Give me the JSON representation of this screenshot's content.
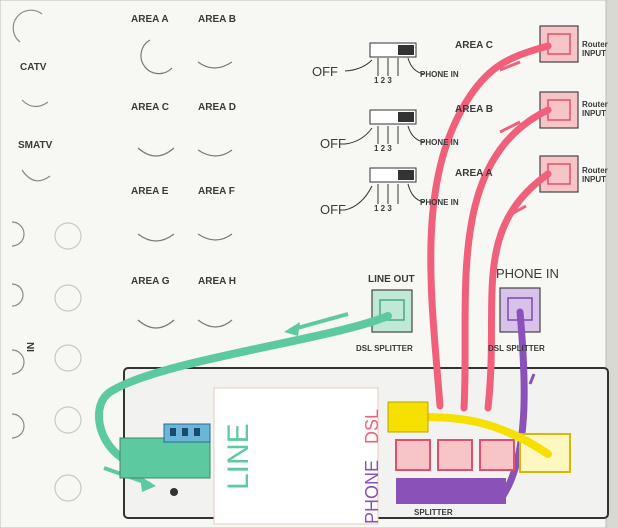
{
  "left_panel": {
    "catv": "CATV",
    "smatv": "SMATV",
    "in_label": "IN"
  },
  "areas": [
    "AREA A",
    "AREA B",
    "AREA C",
    "AREA D",
    "AREA E",
    "AREA F",
    "AREA G",
    "AREA H"
  ],
  "switches": [
    {
      "off": "OFF",
      "numbers": "1 2 3",
      "phone": "PHONE IN",
      "area": "AREA C",
      "router": "Router INPUT"
    },
    {
      "off": "OFF",
      "numbers": "1 2 3",
      "phone": "PHONE IN",
      "area": "AREA B",
      "router": "Router INPUT"
    },
    {
      "off": "OFF",
      "numbers": "1 2 3",
      "phone": "PHONE IN",
      "area": "AREA A",
      "router": "Router INPUT"
    }
  ],
  "line_out": "LINE OUT",
  "phone_in": "PHONE IN",
  "dsl_splitter_left": "DSL SPLITTER",
  "dsl_splitter_right": "DSL SPLITTER",
  "overlay": {
    "line": "LINE",
    "phone": "PHONE",
    "dsl": "DSL"
  },
  "bottom_text": "SPLITTER",
  "colors": {
    "pink": "#f0607a",
    "green": "#5cc9a0",
    "purple": "#8a52b8",
    "yellow": "#f5e000"
  }
}
